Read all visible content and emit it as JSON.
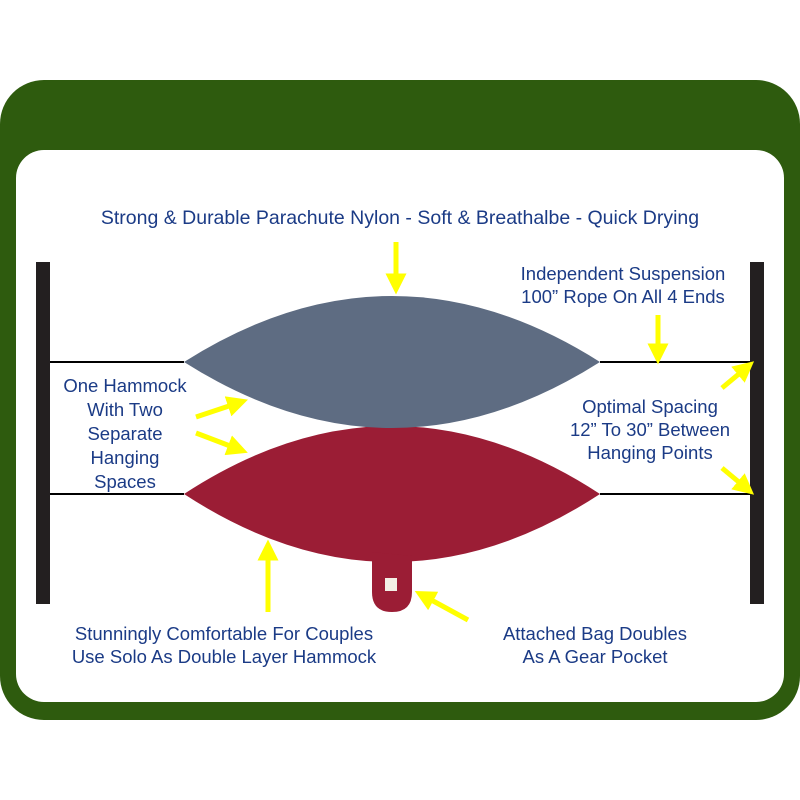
{
  "colors": {
    "frame": "#2e5b0e",
    "panel": "#ffffff",
    "text": "#1b3b86",
    "arrow": "#ffff00",
    "top_layer": "#5e6c82",
    "bottom_layer": "#9b1d35",
    "posts": "#231f20",
    "ropes": "#000000"
  },
  "labels": {
    "top": "Strong & Durable Parachute Nylon - Soft & Breathalbe - Quick Drying",
    "suspension": [
      "Independent Suspension",
      "100” Rope On All 4 Ends"
    ],
    "left": [
      "One Hammock",
      "With Two",
      "Separate",
      "Hanging",
      "Spaces"
    ],
    "spacing": [
      "Optimal Spacing",
      "12” To 30” Between",
      "Hanging Points"
    ],
    "couples": [
      "Stunningly Comfortable For Couples",
      "Use Solo As Double Layer Hammock"
    ],
    "bag": [
      "Attached Bag Doubles",
      "As A Gear Pocket"
    ]
  },
  "icons": {
    "arrows": "yellow-arrow-icon",
    "bag_logo": "bag-logo-icon"
  }
}
